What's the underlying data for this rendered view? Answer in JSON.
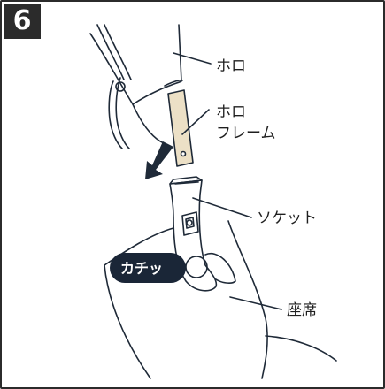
{
  "step": {
    "number": "6"
  },
  "labels": {
    "hood": "ホロ",
    "hood_frame_line1": "ホロ",
    "hood_frame_line2": "フレーム",
    "socket": "ソケット",
    "click": "カチッ",
    "seat": "座席"
  },
  "colors": {
    "outline": "#1f2a38",
    "badge": "#2b2b2b",
    "frame_fill": "#ece0c6",
    "pill": "#1a2637"
  },
  "icons": {
    "insert_direction": "arrow-down-left-icon"
  }
}
